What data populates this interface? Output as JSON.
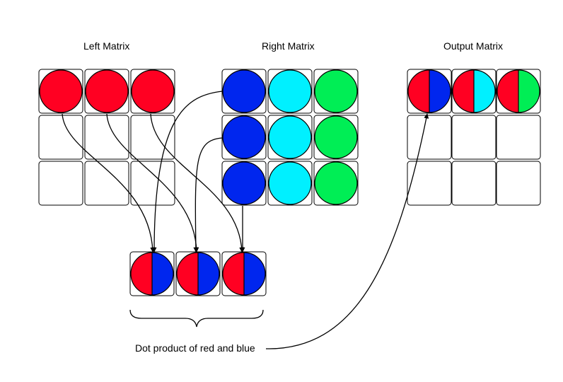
{
  "labels": {
    "left_matrix": "Left Matrix",
    "right_matrix": "Right Matrix",
    "output_matrix": "Output Matrix",
    "caption": "Dot product of red and blue"
  },
  "colors": {
    "red": "#ff0022",
    "blue": "#0026ee",
    "cyan": "#00f0ff",
    "green": "#00ee55",
    "cell_border": "#000000",
    "line": "#000000"
  },
  "left_matrix": {
    "rows": 3,
    "cols": 3,
    "filled_row": 0,
    "row_colors": [
      "red",
      "red",
      "red"
    ]
  },
  "right_matrix": {
    "rows": 3,
    "cols": 3,
    "column_colors": [
      "blue",
      "cyan",
      "green"
    ]
  },
  "product_row": {
    "pairs": [
      [
        "red",
        "blue"
      ],
      [
        "red",
        "blue"
      ],
      [
        "red",
        "blue"
      ]
    ]
  },
  "output_matrix": {
    "rows": 3,
    "cols": 3,
    "first_row_pairs": [
      [
        "red",
        "blue"
      ],
      [
        "red",
        "cyan"
      ],
      [
        "red",
        "green"
      ]
    ]
  }
}
